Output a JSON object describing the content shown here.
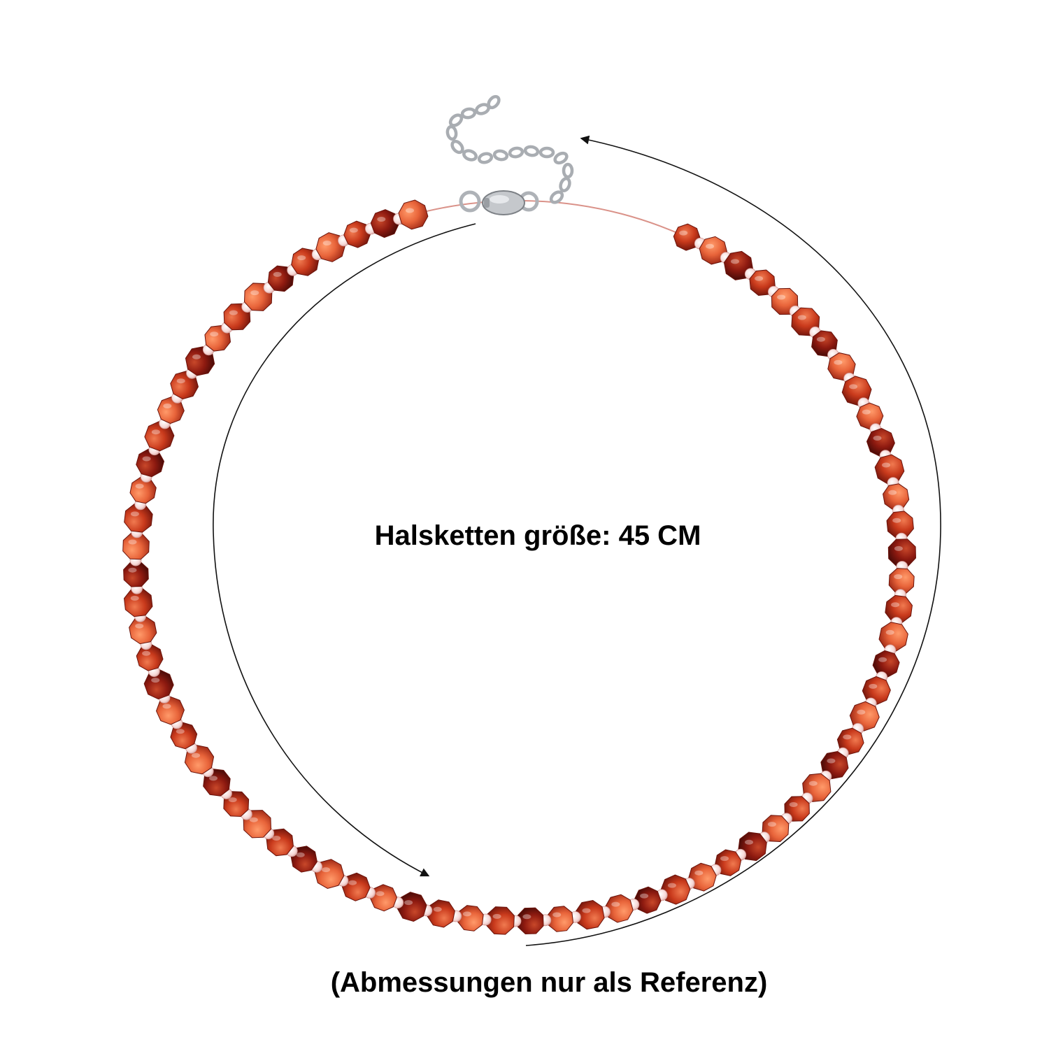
{
  "size_label": "Halsketten größe: 45 CM",
  "reference_note": "(Abmessungen nur als Referenz)",
  "colors": {
    "background": "#ffffff",
    "bead_light": "#e8643a",
    "bead_mid": "#c93a1c",
    "bead_dark": "#8e1a10",
    "spacer": "#f6d8d6",
    "metal": "#b9bcc0",
    "arrow": "#111111"
  },
  "necklace": {
    "material": "carnelian agate faceted beads",
    "clasp": "lobster-clasp-icon",
    "extender": "extender-chain-icon"
  }
}
